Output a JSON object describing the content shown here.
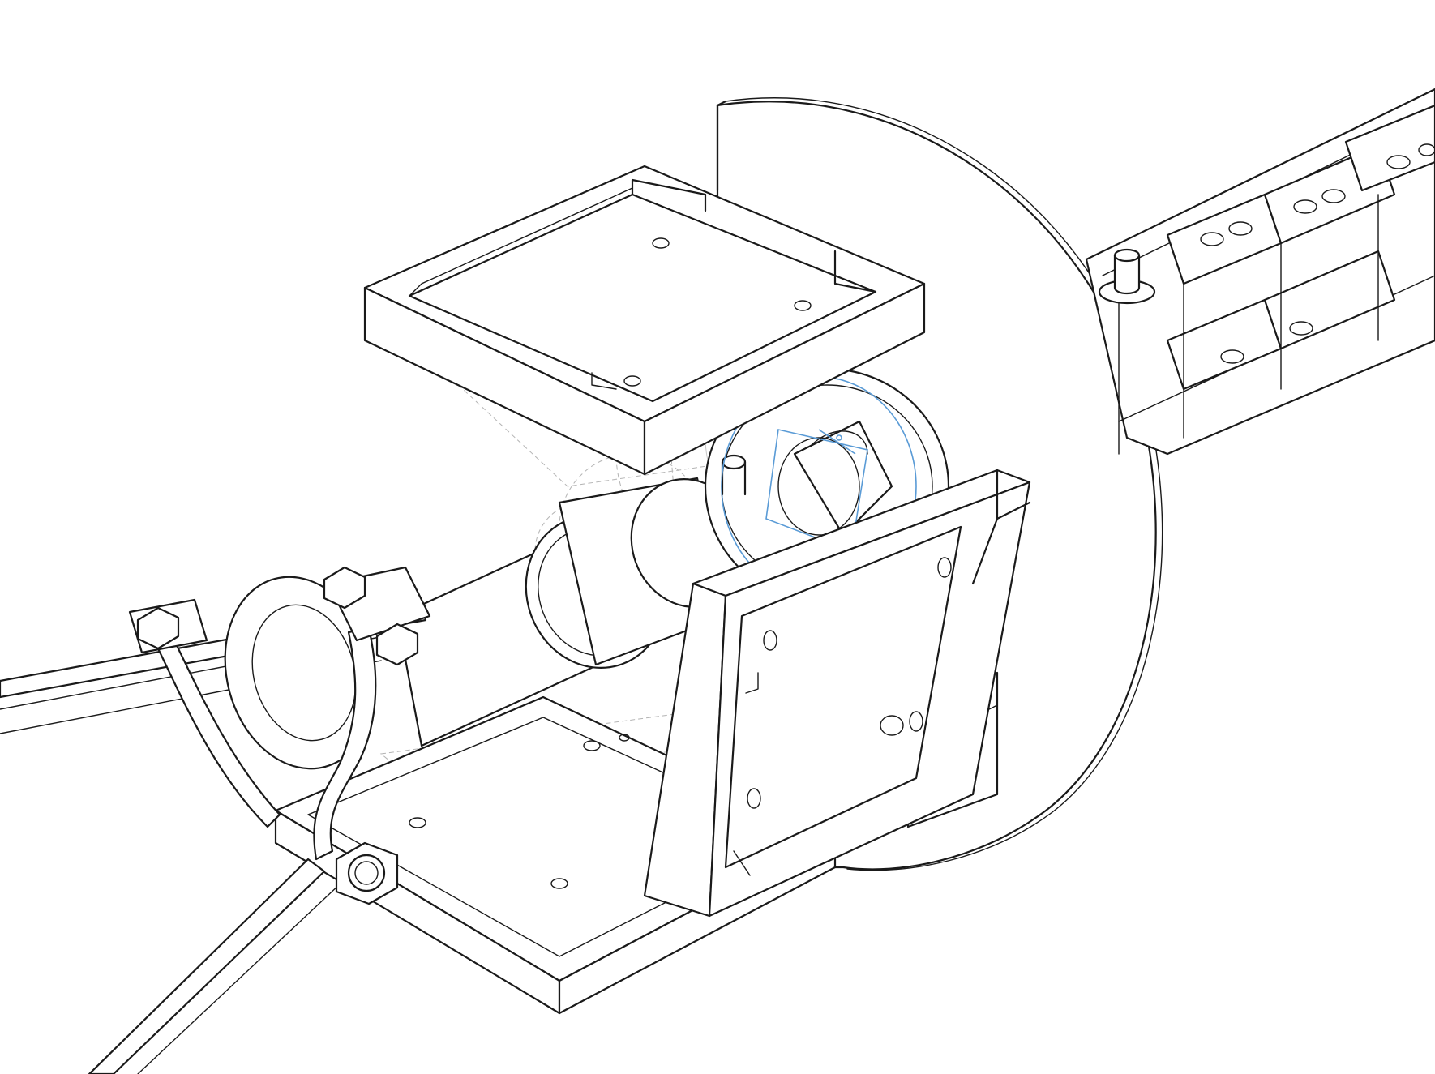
{
  "viewport": {
    "background": "#ffffff",
    "edge_color": "#1a1a1a",
    "hidden_line_color": "#b4b4b4",
    "selection_color": "#5a9bd6",
    "display_mode": "hidden-lines-visible"
  },
  "parts": [
    {
      "id": "disc",
      "kind": "circular-plate"
    },
    {
      "id": "upper-bracket",
      "kind": "rectangular-tray"
    },
    {
      "id": "lower-bracket",
      "kind": "rectangular-tray"
    },
    {
      "id": "front-bracket",
      "kind": "rectangular-frame"
    },
    {
      "id": "tube",
      "kind": "cylinder"
    },
    {
      "id": "bearing-housing",
      "kind": "bearing"
    },
    {
      "id": "clamp",
      "kind": "pipe-clamp"
    },
    {
      "id": "strut-upper",
      "kind": "flat-bar"
    },
    {
      "id": "strut-lower",
      "kind": "flat-bar"
    },
    {
      "id": "cable-chain",
      "kind": "drag-chain"
    }
  ],
  "selection": {
    "part": "bearing-housing",
    "color": "#5a9bd6"
  }
}
